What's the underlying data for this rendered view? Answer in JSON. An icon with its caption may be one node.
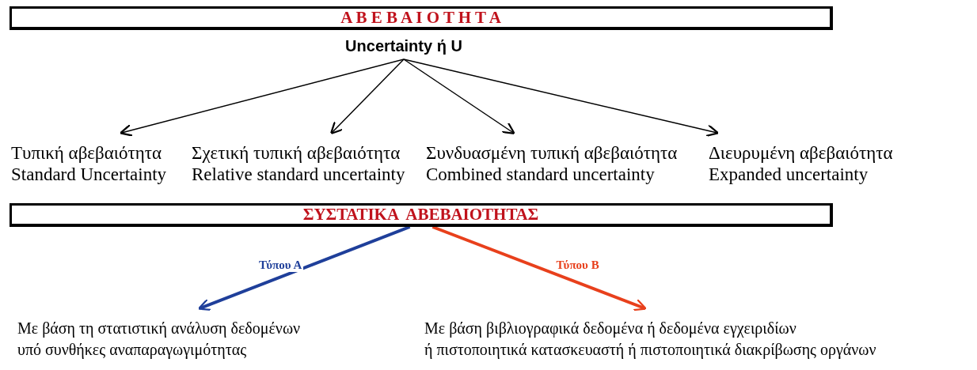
{
  "diagram": {
    "nodes": [
      {
        "text": [
          "Α Β Ε Β Α Ι Ο Τ Η Τ Α"
        ]
      },
      {
        "text": [
          "Uncertainty ή U"
        ]
      },
      {
        "text": [
          "Τυπική αβεβαιότητα",
          "Standard Uncertainty"
        ]
      },
      {
        "text": [
          "Σχετική τυπική αβεβαιότητα",
          "Relative standard uncertainty"
        ]
      },
      {
        "text": [
          "Συνδυασμένη τυπική αβεβαιότητα",
          "Combined standard uncertainty"
        ]
      },
      {
        "text": [
          "Διευρυμένη αβεβαιότητα",
          "Expanded uncertainty"
        ]
      },
      {
        "text": [
          "ΣΥΣΤΑΤΙΚΑ  ΑΒΕΒΑΙΟΤΗΤΑΣ"
        ]
      },
      {
        "text": [
          "Με βάση τη στατιστική ανάλυση δεδομένων",
          "υπό συνθήκες αναπαραγωγιμότητας"
        ]
      },
      {
        "text": [
          "Με βάση βιβλιογραφικά δεδομένα ή δεδομένα εγχειριδίων",
          "ή πιστοποιητικά κατασκευαστή ή πιστοποιητικά διακρίβωσης οργάνων"
        ]
      }
    ],
    "edges": [
      {
        "from": 1,
        "to": 2,
        "arrow": "to"
      },
      {
        "from": 1,
        "to": 3,
        "arrow": "to"
      },
      {
        "from": 1,
        "to": 4,
        "arrow": "to"
      },
      {
        "from": 1,
        "to": 5,
        "arrow": "to"
      },
      {
        "from": 6,
        "to": 7,
        "arrow": "to",
        "label": "Τύπου Α",
        "style": "thick",
        "color": "#1f3f9a"
      },
      {
        "from": 6,
        "to": 8,
        "arrow": "to",
        "label": "Τύπου Β",
        "style": "thick",
        "color": "#e8401c"
      }
    ]
  }
}
